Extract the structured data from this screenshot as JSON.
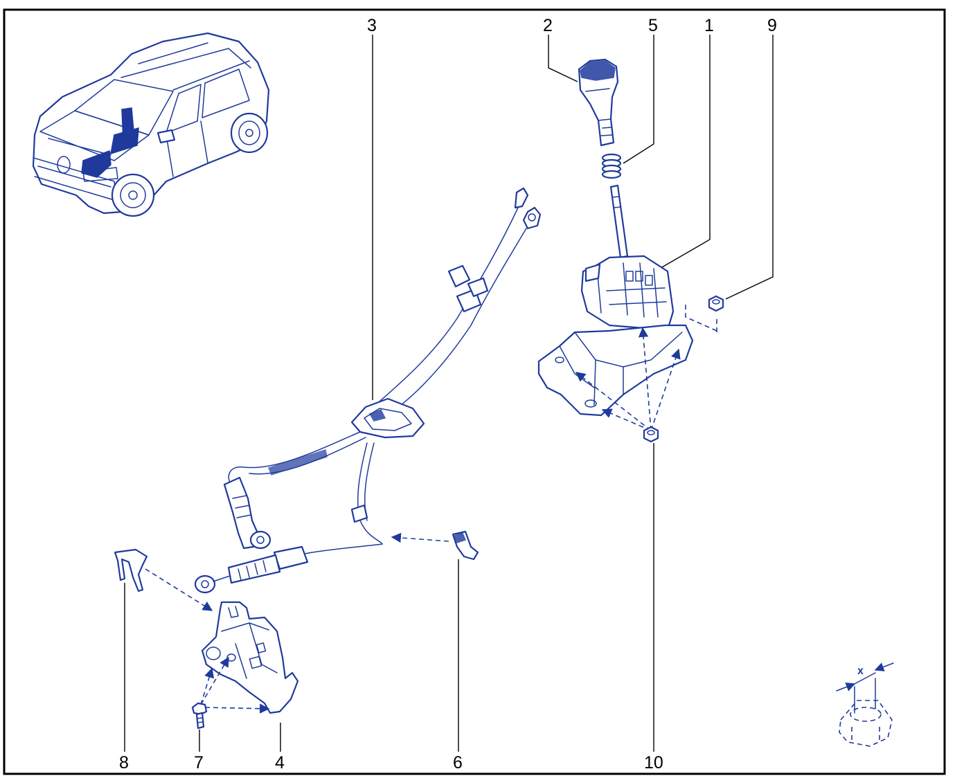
{
  "diagram": {
    "callouts": [
      {
        "id": "1",
        "label": "1"
      },
      {
        "id": "2",
        "label": "2"
      },
      {
        "id": "3",
        "label": "3"
      },
      {
        "id": "4",
        "label": "4"
      },
      {
        "id": "5",
        "label": "5"
      },
      {
        "id": "6",
        "label": "6"
      },
      {
        "id": "7",
        "label": "7"
      },
      {
        "id": "8",
        "label": "8"
      },
      {
        "id": "9",
        "label": "9"
      },
      {
        "id": "10",
        "label": "10"
      }
    ],
    "dimension_label": "x"
  },
  "colors": {
    "line_art": "#1f3a9c",
    "leader": "#000000",
    "background": "#ffffff"
  }
}
